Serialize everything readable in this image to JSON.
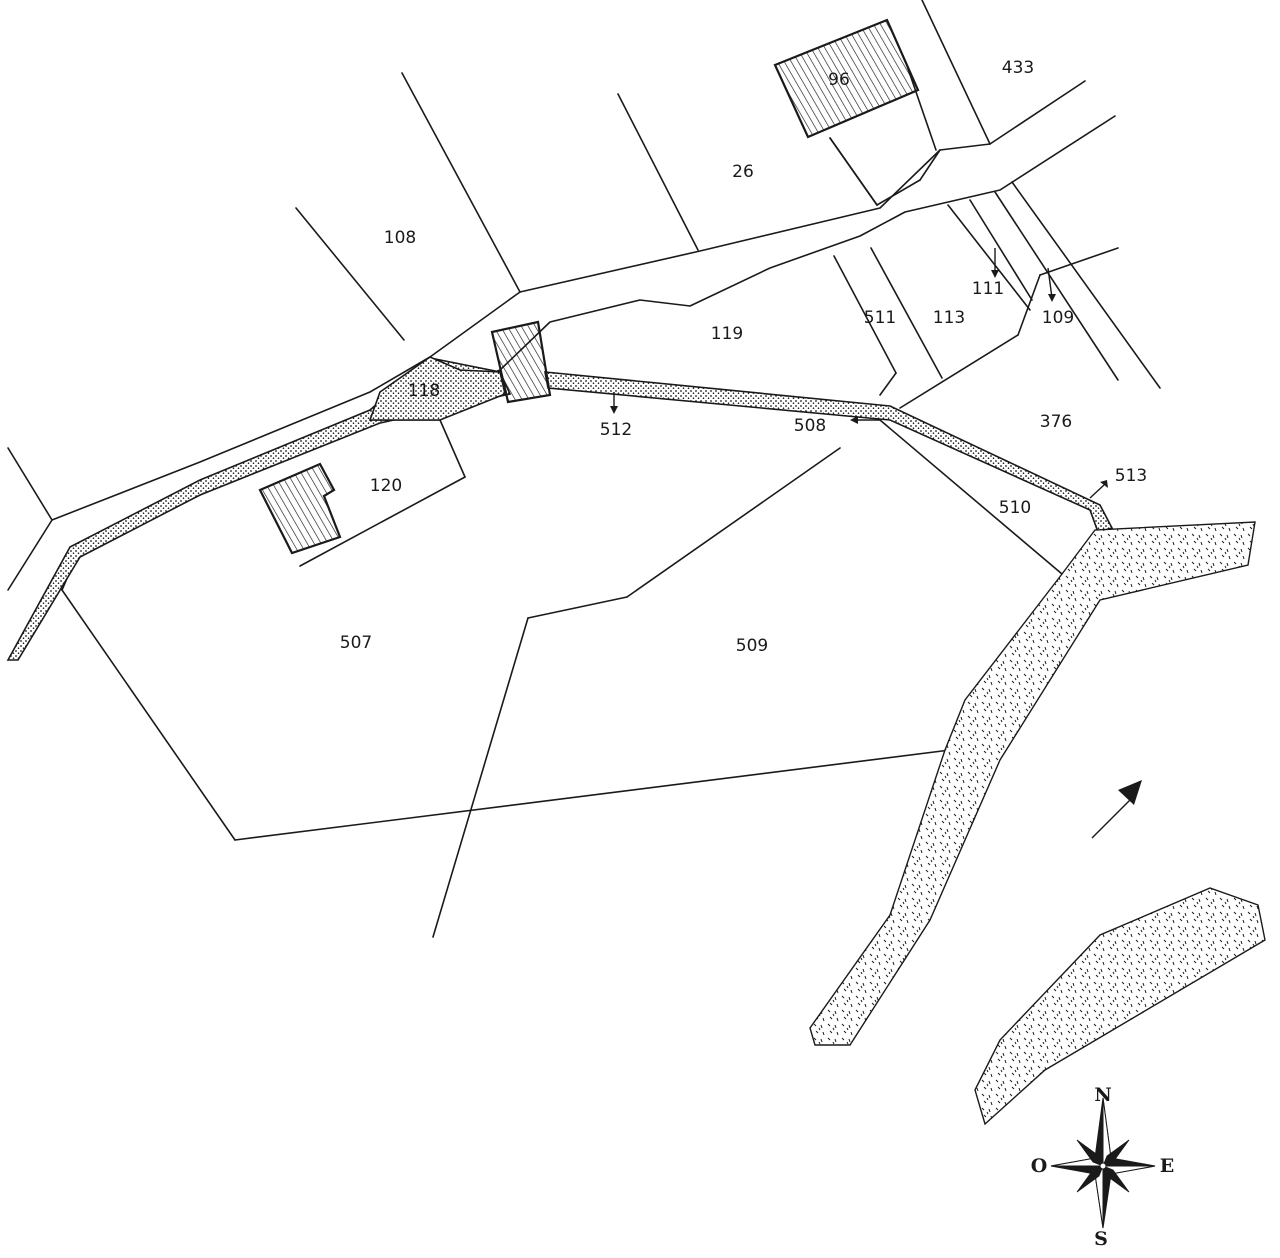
{
  "map": {
    "parcels": [
      {
        "id": "433",
        "label": "433"
      },
      {
        "id": "96",
        "label": "96"
      },
      {
        "id": "26",
        "label": "26"
      },
      {
        "id": "108",
        "label": "108"
      },
      {
        "id": "111",
        "label": "111"
      },
      {
        "id": "109",
        "label": "109"
      },
      {
        "id": "119",
        "label": "119"
      },
      {
        "id": "511",
        "label": "511"
      },
      {
        "id": "113",
        "label": "113"
      },
      {
        "id": "118",
        "label": "118"
      },
      {
        "id": "512",
        "label": "512"
      },
      {
        "id": "508",
        "label": "508"
      },
      {
        "id": "376",
        "label": "376"
      },
      {
        "id": "120",
        "label": "120"
      },
      {
        "id": "513",
        "label": "513"
      },
      {
        "id": "510",
        "label": "510"
      },
      {
        "id": "507",
        "label": "507"
      },
      {
        "id": "509",
        "label": "509"
      }
    ],
    "compass": {
      "north": "N",
      "east": "E",
      "south": "S",
      "west": "O"
    },
    "icons": {
      "compass": "compass-rose-icon",
      "flow": "flow-arrow-icon"
    }
  }
}
